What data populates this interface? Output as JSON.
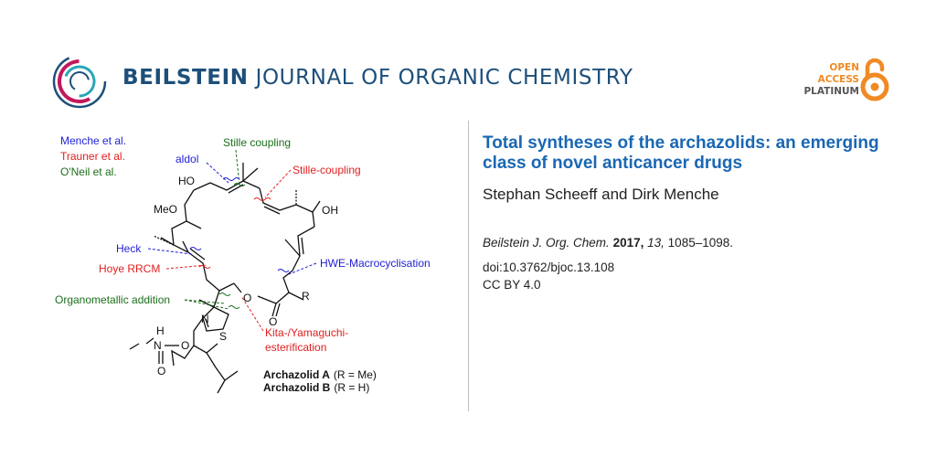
{
  "header": {
    "journal_bold": "BEILSTEIN",
    "journal_rest": "JOURNAL OF ORGANIC CHEMISTRY",
    "oa_line1": "OPEN",
    "oa_line2": "ACCESS",
    "oa_line3": "PLATINUM"
  },
  "article": {
    "title": "Total syntheses of the archazolids: an emerging class of novel anticancer drugs",
    "authors": "Stephan Scheeff and Dirk Menche",
    "journal_abbrev": "Beilstein J. Org. Chem.",
    "year": "2017,",
    "volume": "13,",
    "pages": "1085–1098.",
    "doi": "doi:10.3762/bjoc.13.108",
    "license": "CC BY 4.0"
  },
  "scheme": {
    "legend": [
      "Menche et al.",
      "Trauner et al.",
      "O'Neil et al."
    ],
    "labels": {
      "aldol": "aldol",
      "stille": "Stille coupling",
      "stille2": "Stille-coupling",
      "heck": "Heck",
      "hoye": "Hoye RRCM",
      "hwe": "HWE-Macrocyclisation",
      "organo": "Organometallic addition",
      "kita1": "Kita-/Yamaguchi-",
      "kita2": "esterification"
    },
    "atoms": {
      "ho": "HO",
      "meo": "MeO",
      "oh": "OH",
      "o_ring": "O",
      "o_carbonyl": "O",
      "r": "R",
      "n_thz": "N",
      "s_thz": "S",
      "nh_n": "N",
      "nh_h": "H",
      "o_carb": "O",
      "o_carb2": "O"
    },
    "compound_a_name": "Archazolid A",
    "compound_a_r": "(R = Me)",
    "compound_b_name": "Archazolid B",
    "compound_b_r": "(R = H)"
  },
  "colors": {
    "blue": "#1f1fd6",
    "red": "#e02020",
    "green": "#1b6e1b",
    "brand_blue": "#1d4f7a",
    "title_blue": "#1a67b3",
    "orange": "#f08a24"
  }
}
